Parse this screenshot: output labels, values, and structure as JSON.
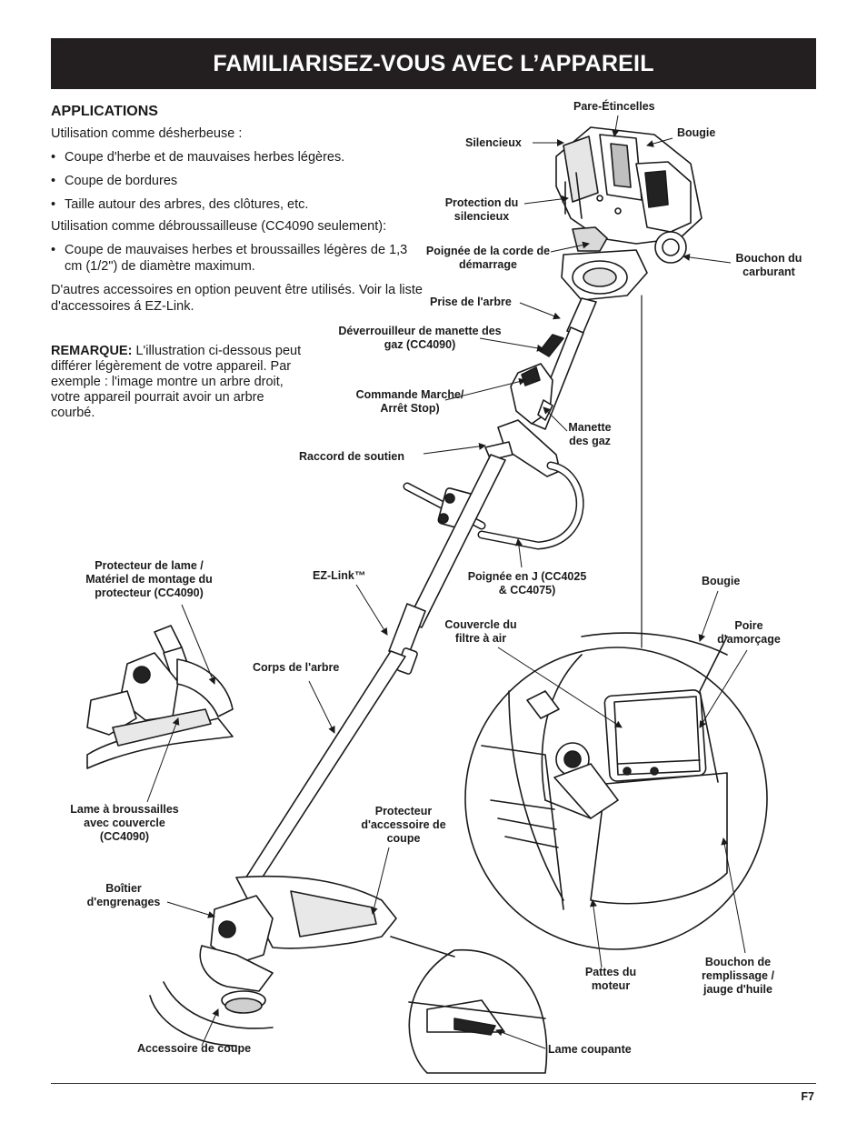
{
  "header": {
    "title": "FAMILIARISEZ-VOUS AVEC L’APPAREIL"
  },
  "applications": {
    "heading": "APPLICATIONS",
    "trimmer_intro": "Utilisation comme désherbeuse :",
    "trimmer_uses": [
      "Coupe d'herbe et de mauvaises herbes légères.",
      "Coupe de bordures",
      "Taille autour des arbres, des clôtures, etc."
    ],
    "brushcutter_intro": "Utilisation comme débroussailleuse (CC4090 seulement):",
    "brushcutter_uses": [
      "Coupe de mauvaises herbes et broussailles légères de 1,3 cm (1/2\") de diamètre maximum."
    ],
    "accessories_text": "D'autres accessoires en option peuvent être utilisés. Voir la liste d'accessoires á EZ-Link."
  },
  "note": {
    "label": "REMARQUE:",
    "text": " L'illustration ci-dessous peut différer légèrement de votre appareil. Par exemple : l'image montre un arbre droit, votre appareil pourrait avoir un arbre courbé."
  },
  "labels": {
    "spark_arrestor": "Pare-Étincelles",
    "spark_plug": "Bougie",
    "muffler": "Silencieux",
    "muffler_guard": "Protection du silencieux",
    "starter_handle": "Poignée de la corde de démarrage",
    "fuel_cap": "Bouchon du carburant",
    "shaft_grip": "Prise de l'arbre",
    "throttle_lockout": "Déverrouilleur de manette des gaz (CC4090)",
    "on_off_control": "Commande Marche/ Arrêt Stop)",
    "throttle": "Manette des gaz",
    "support_coupler": "Raccord de soutien",
    "blade_guard": "Protecteur de lame / Matériel de montage du protecteur (CC4090)",
    "ez_link": "EZ-Link™",
    "j_handle": "Poignée en J (CC4025 & CC4075)",
    "spark_plug_detail": "Bougie",
    "air_filter_cover": "Couvercle du filtre à air",
    "primer_bulb": "Poire d'amorçage",
    "shaft_housing": "Corps de l'arbre",
    "brush_blade": "Lame à broussailles avec couvercle (CC4090)",
    "attachment_shield": "Protecteur d'accessoire de coupe",
    "gear_box": "Boîtier d'engrenages",
    "engine_feet": "Pattes du moteur",
    "oil_fill_cap": "Bouchon de remplissage / jauge d'huile",
    "cutting_attachment": "Accessoire de coupe",
    "cutting_blade": "Lame coupante"
  },
  "footer": {
    "page_number": "F7"
  }
}
